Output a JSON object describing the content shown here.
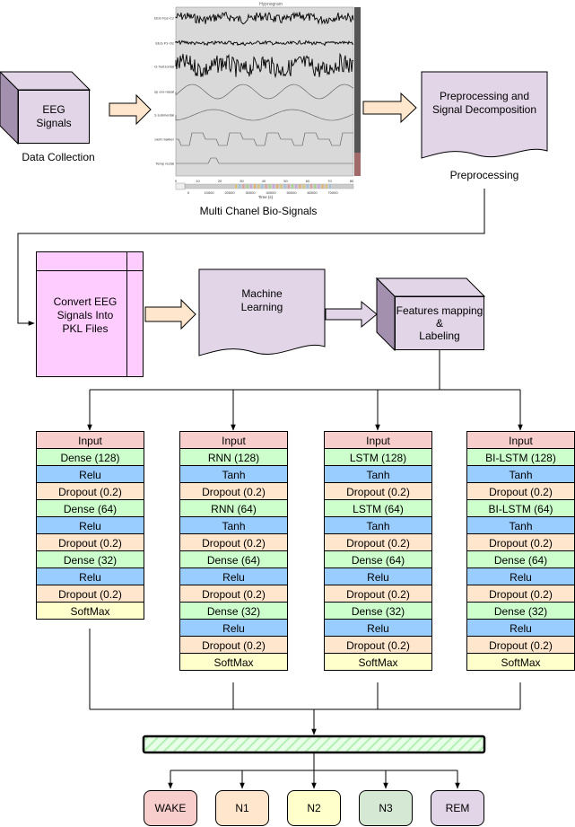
{
  "top": {
    "eeg_box": "EEG\nSignals",
    "data_collection": "Data Collection",
    "multi_channel": "Multi Chanel Bio-Signals",
    "preproc_box": "Preprocessing and\nSignal Decomposition",
    "preproc_label": "Preprocessing"
  },
  "middle": {
    "pkl": "Convert EEG\nSignals Into\nPKL Files",
    "ml": "Machine\nLearning",
    "features": "Features mapping\n&\nLabeling"
  },
  "signal_plot": {
    "title": "Hypnogram",
    "channels": [
      "EEG Fpz-Cz",
      "EEG Pz-Oz",
      "EOG horizontal",
      "Resp oro-nasal",
      "EMG submental",
      "Event marker",
      "Temp rectal"
    ],
    "xticks": [
      "0",
      "10",
      "20",
      "30",
      "40",
      "50",
      "60",
      "70",
      "80"
    ],
    "hypno_ticks": [
      "0",
      "10000",
      "20000",
      "30000",
      "40000",
      "50000",
      "60000",
      "70000"
    ],
    "xlabel": "Time (s)"
  },
  "models": [
    {
      "name": "Dense",
      "layers": [
        {
          "text": "Input",
          "kind": "input"
        },
        {
          "text": "Dense (128)",
          "kind": "dense"
        },
        {
          "text": "Relu",
          "kind": "act"
        },
        {
          "text": "Dropout (0.2)",
          "kind": "drop"
        },
        {
          "text": "Dense (64)",
          "kind": "dense"
        },
        {
          "text": "Relu",
          "kind": "act"
        },
        {
          "text": "Dropout (0.2)",
          "kind": "drop"
        },
        {
          "text": "Dense (32)",
          "kind": "dense"
        },
        {
          "text": "Relu",
          "kind": "act"
        },
        {
          "text": "Dropout (0.2)",
          "kind": "drop"
        },
        {
          "text": "SoftMax",
          "kind": "soft"
        }
      ]
    },
    {
      "name": "RNN",
      "layers": [
        {
          "text": "Input",
          "kind": "input"
        },
        {
          "text": "RNN (128)",
          "kind": "dense"
        },
        {
          "text": "Tanh",
          "kind": "act"
        },
        {
          "text": "Dropout (0.2)",
          "kind": "drop"
        },
        {
          "text": "RNN (64)",
          "kind": "dense"
        },
        {
          "text": "Tanh",
          "kind": "act"
        },
        {
          "text": "Dropout (0.2)",
          "kind": "drop"
        },
        {
          "text": "Dense (64)",
          "kind": "dense"
        },
        {
          "text": "Relu",
          "kind": "act"
        },
        {
          "text": "Dropout (0.2)",
          "kind": "drop"
        },
        {
          "text": "Dense (32)",
          "kind": "dense"
        },
        {
          "text": "Relu",
          "kind": "act"
        },
        {
          "text": "Dropout (0.2)",
          "kind": "drop"
        },
        {
          "text": "SoftMax",
          "kind": "soft"
        }
      ]
    },
    {
      "name": "LSTM",
      "layers": [
        {
          "text": "Input",
          "kind": "input"
        },
        {
          "text": "LSTM (128)",
          "kind": "dense"
        },
        {
          "text": "Tanh",
          "kind": "act"
        },
        {
          "text": "Dropout (0.2)",
          "kind": "drop"
        },
        {
          "text": "LSTM (64)",
          "kind": "dense"
        },
        {
          "text": "Tanh",
          "kind": "act"
        },
        {
          "text": "Dropout (0.2)",
          "kind": "drop"
        },
        {
          "text": "Dense (64)",
          "kind": "dense"
        },
        {
          "text": "Relu",
          "kind": "act"
        },
        {
          "text": "Dropout (0.2)",
          "kind": "drop"
        },
        {
          "text": "Dense (32)",
          "kind": "dense"
        },
        {
          "text": "Relu",
          "kind": "act"
        },
        {
          "text": "Dropout (0.2)",
          "kind": "drop"
        },
        {
          "text": "SoftMax",
          "kind": "soft"
        }
      ]
    },
    {
      "name": "BI-LSTM",
      "layers": [
        {
          "text": "Input",
          "kind": "input"
        },
        {
          "text": "BI-LSTM (128)",
          "kind": "dense"
        },
        {
          "text": "Tanh",
          "kind": "act"
        },
        {
          "text": "Dropout (0.2)",
          "kind": "drop"
        },
        {
          "text": "BI-LSTM (64)",
          "kind": "dense"
        },
        {
          "text": "Tanh",
          "kind": "act"
        },
        {
          "text": "Dropout (0.2)",
          "kind": "drop"
        },
        {
          "text": "Dense (64)",
          "kind": "dense"
        },
        {
          "text": "Relu",
          "kind": "act"
        },
        {
          "text": "Dropout (0.2)",
          "kind": "drop"
        },
        {
          "text": "Dense (32)",
          "kind": "dense"
        },
        {
          "text": "Relu",
          "kind": "act"
        },
        {
          "text": "Dropout (0.2)",
          "kind": "drop"
        },
        {
          "text": "SoftMax",
          "kind": "soft"
        }
      ]
    }
  ],
  "outputs": [
    {
      "label": "WAKE",
      "color": "#f8cecc"
    },
    {
      "label": "N1",
      "color": "#ffe6cc"
    },
    {
      "label": "N2",
      "color": "#ffffcc"
    },
    {
      "label": "N3",
      "color": "#d5e8d4"
    },
    {
      "label": "REM",
      "color": "#e1d5e7"
    }
  ],
  "colors": {
    "input": "#f8cecc",
    "dense": "#ccffcc",
    "act": "#99ccff",
    "drop": "#ffe6cc",
    "soft": "#ffffcc",
    "box": "#e1d5e7",
    "pkl": "#ffccff",
    "arrow": "#ffe6cc",
    "merge": "#ccffcc"
  }
}
